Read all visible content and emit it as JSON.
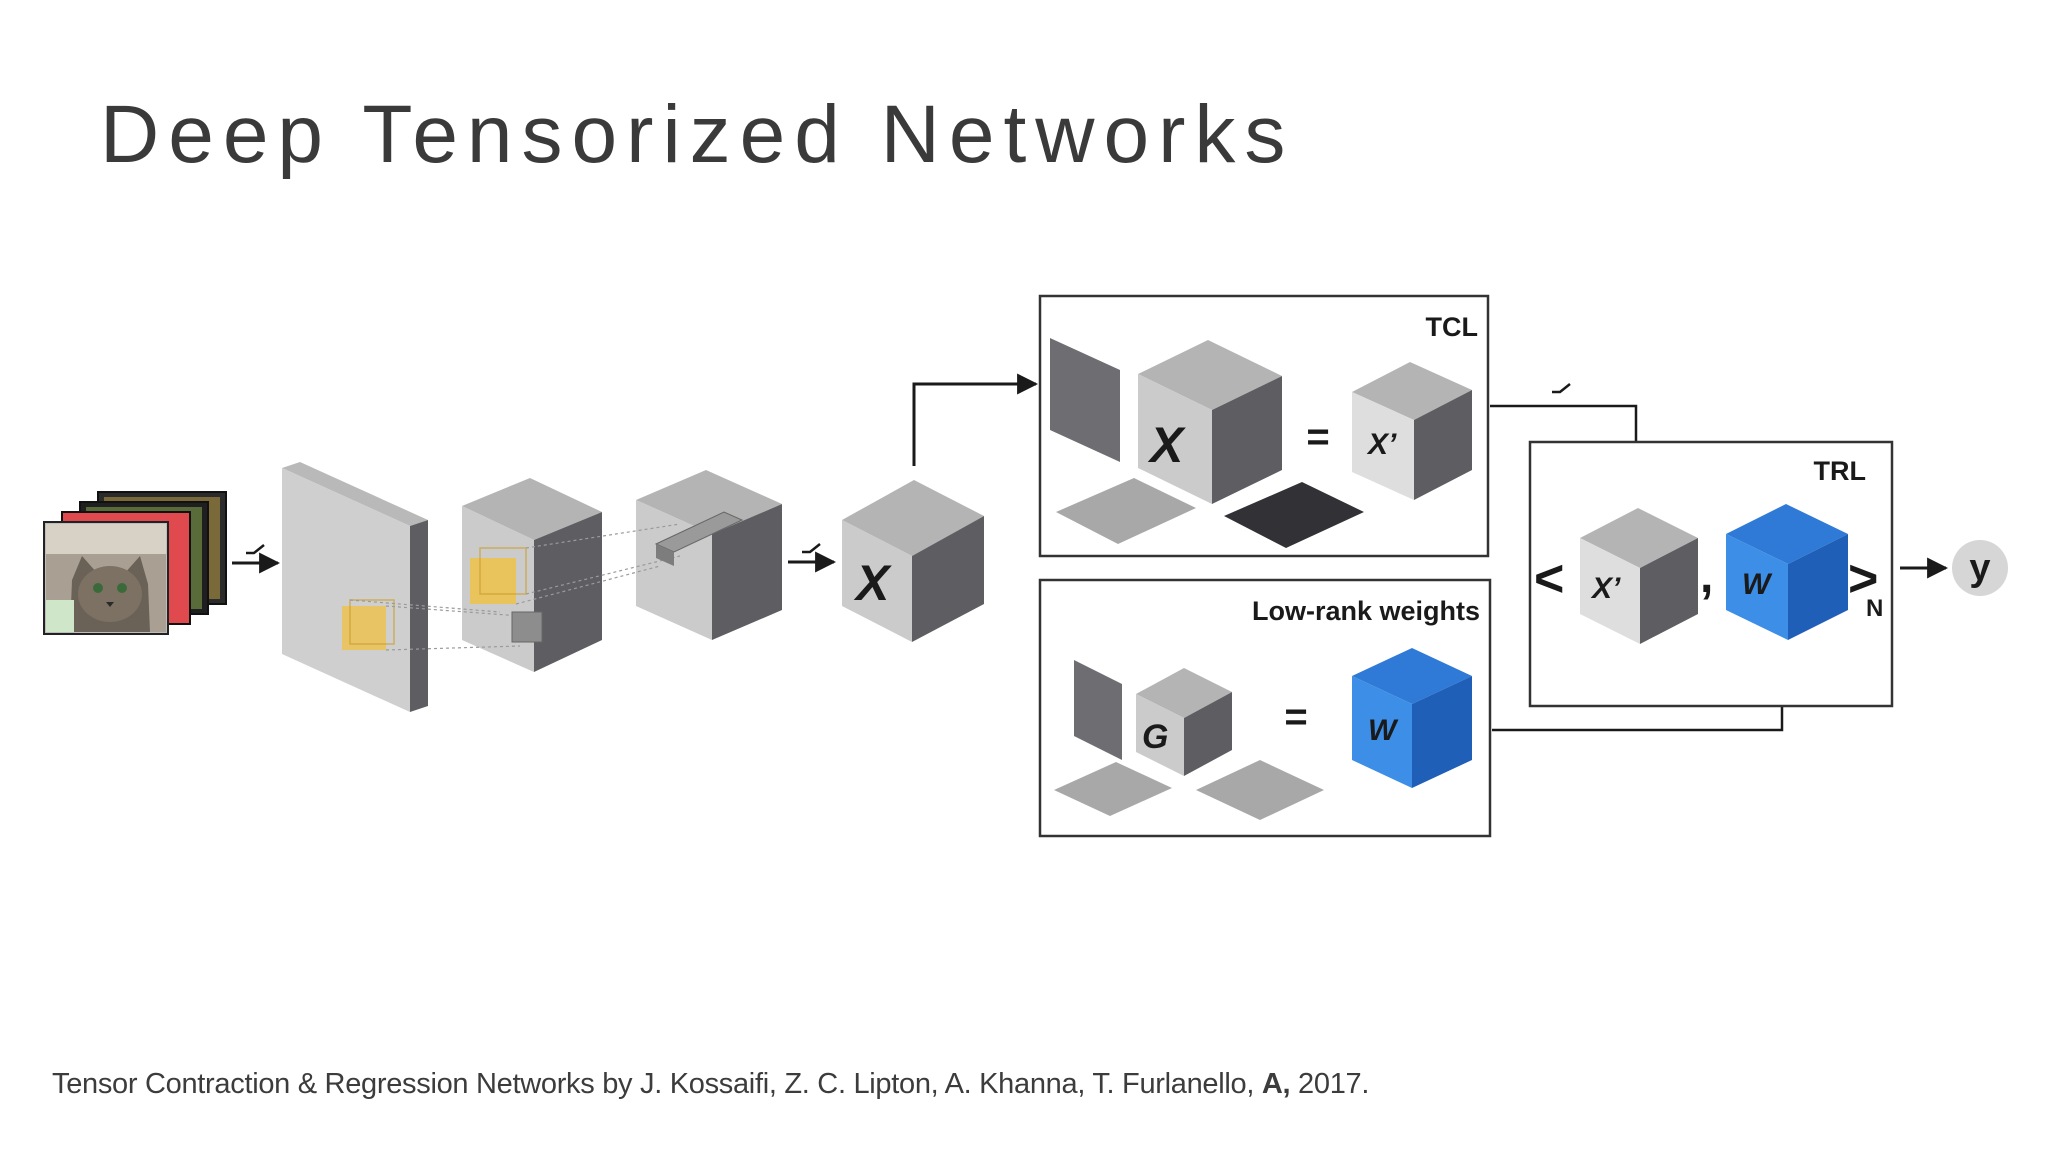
{
  "slide": {
    "title": "Deep Tensorized Networks"
  },
  "diagram": {
    "tensor_x": "X",
    "tcl": {
      "box_label": "TCL",
      "input": "X",
      "equals": "=",
      "output": "X’"
    },
    "low_rank": {
      "box_label": "Low-rank weights",
      "core": "G",
      "equals": "=",
      "weights": "W"
    },
    "trl": {
      "box_label": "TRL",
      "open_bracket": "<",
      "input": "X’",
      "comma": ",",
      "weights": "W",
      "close_bracket": ">",
      "subscript": "N"
    },
    "output": "y",
    "colors": {
      "cube_light": "#cbcbcb",
      "cube_top": "#b4b4b4",
      "cube_side": "#5e5e62",
      "weight_front": "#3d8ee6",
      "weight_top": "#2f7ad6",
      "weight_side": "#1f5fb8",
      "filter": "#f0c040"
    }
  },
  "citation": {
    "text": "Tensor Contraction & Regression Networks by J. Kossaifi, Z. C. Lipton, A. Khanna, T. Furlanello, ",
    "bold": "A,",
    "suffix": " 2017."
  }
}
